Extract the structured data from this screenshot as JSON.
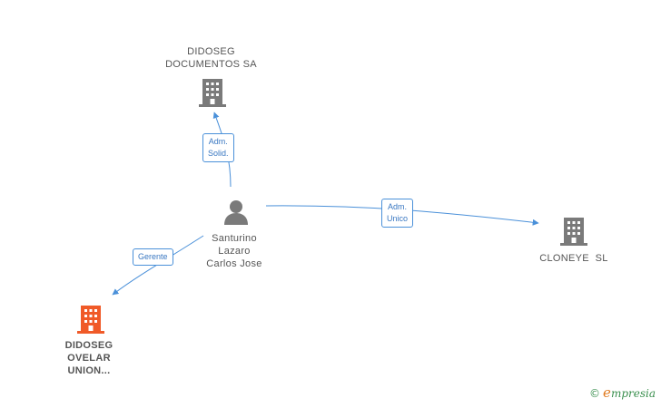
{
  "nodes": {
    "didoseg_documentos": {
      "label_line1": "DIDOSEG",
      "label_line2": "DOCUMENTOS SA",
      "color": "#7a7a7a"
    },
    "cloneye": {
      "label": "CLONEYE  SL",
      "color": "#7a7a7a"
    },
    "didoseg_ovelar": {
      "label_line1": "DIDOSEG",
      "label_line2": "OVELAR",
      "label_line3": "UNION...",
      "color": "#f05a28"
    },
    "person": {
      "label_line1": "Santurino",
      "label_line2": "Lazaro",
      "label_line3": "Carlos Jose",
      "color": "#7a7a7a"
    }
  },
  "edges": {
    "to_documentos": {
      "label_line1": "Adm.",
      "label_line2": "Solid."
    },
    "to_cloneye": {
      "label_line1": "Adm.",
      "label_line2": "Unico"
    },
    "to_ovelar": {
      "label": "Gerente"
    }
  },
  "colors": {
    "edge": "#4a90d9"
  },
  "watermark": {
    "copyright": "©",
    "brand_initial": "e",
    "brand_rest": "mpresia"
  }
}
